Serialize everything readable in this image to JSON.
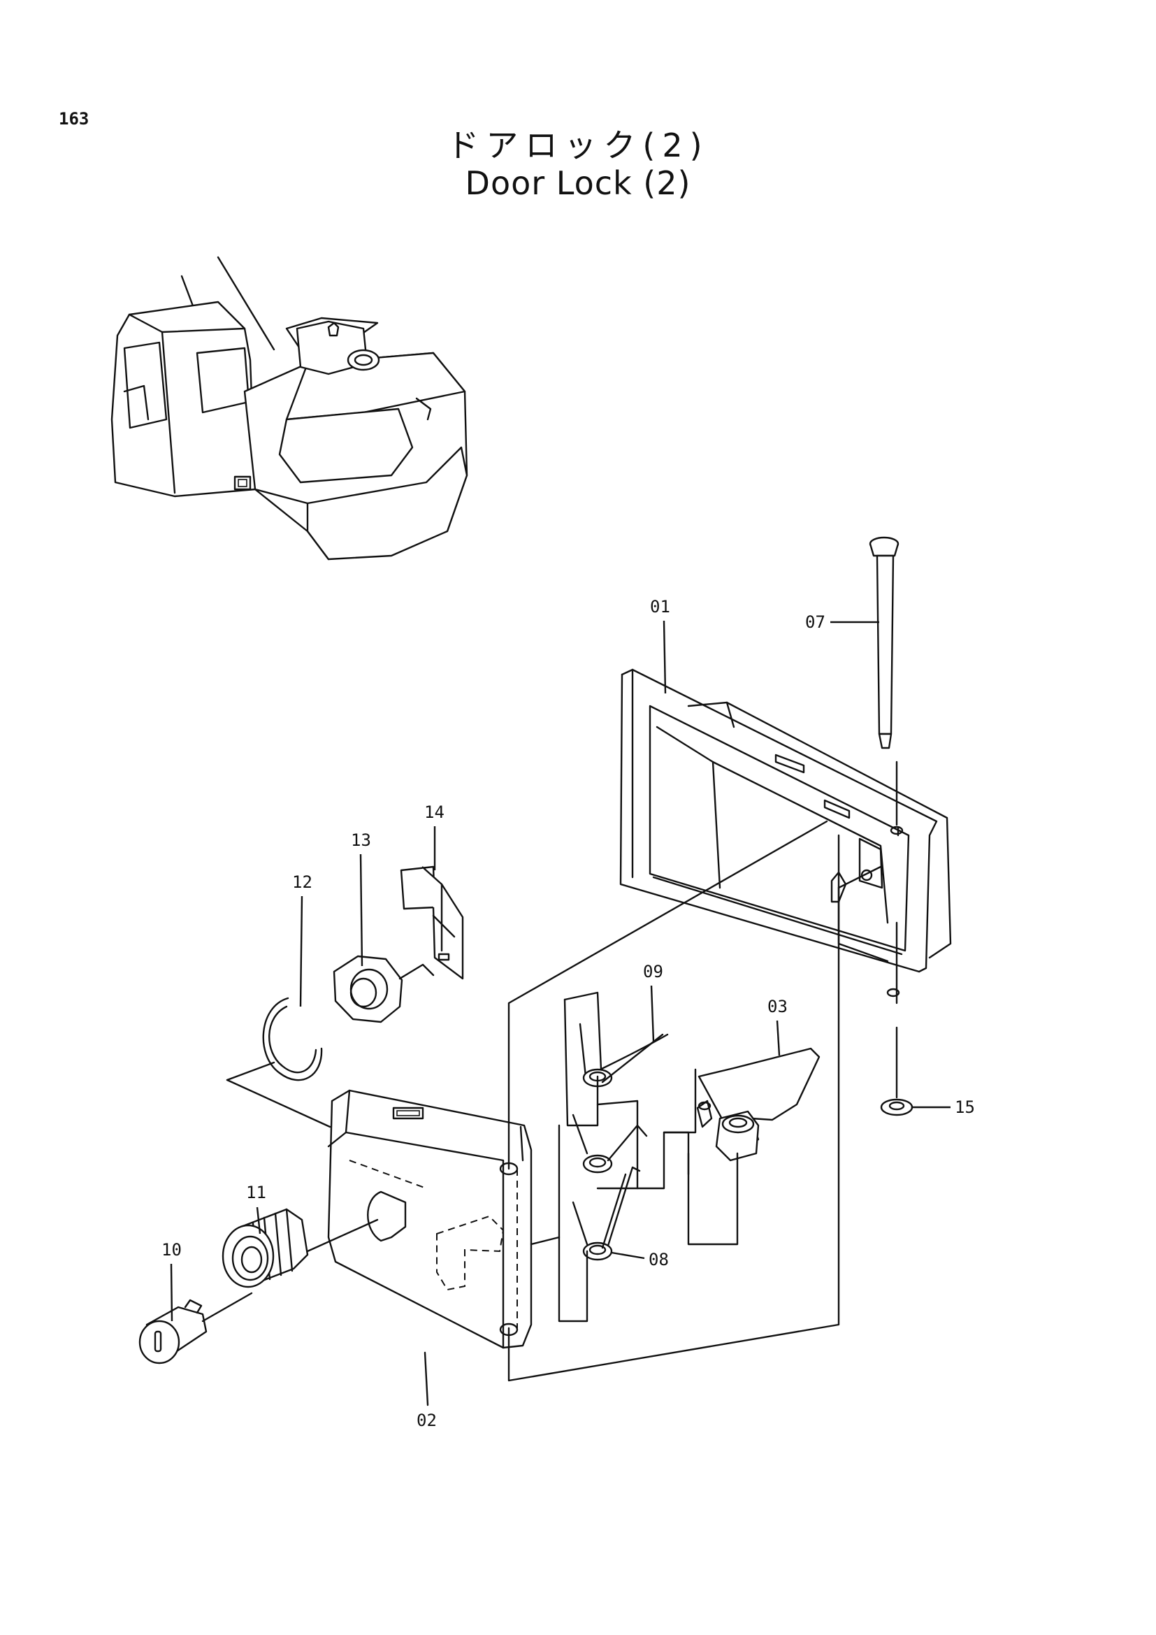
{
  "page": {
    "number": "163"
  },
  "title": {
    "japanese": "ドアロック(2)",
    "english": "Door Lock (2)"
  },
  "callouts": [
    {
      "id": "c01",
      "label": "01"
    },
    {
      "id": "c02",
      "label": "02"
    },
    {
      "id": "c03",
      "label": "03"
    },
    {
      "id": "c07",
      "label": "07"
    },
    {
      "id": "c08",
      "label": "08"
    },
    {
      "id": "c09",
      "label": "09"
    },
    {
      "id": "c10",
      "label": "10"
    },
    {
      "id": "c11",
      "label": "11"
    },
    {
      "id": "c12",
      "label": "12"
    },
    {
      "id": "c13",
      "label": "13"
    },
    {
      "id": "c14",
      "label": "14"
    },
    {
      "id": "c15",
      "label": "15"
    }
  ]
}
